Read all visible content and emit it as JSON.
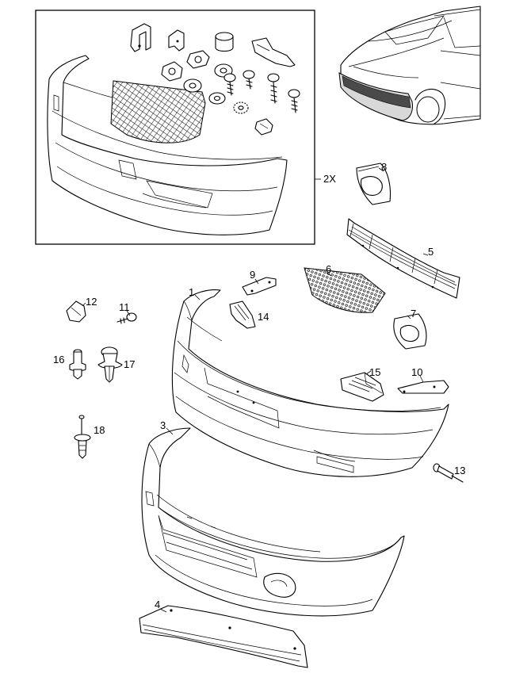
{
  "labels": {
    "l1": "1",
    "l2x": "2X",
    "l3": "3",
    "l4": "4",
    "l5": "5",
    "l6": "6",
    "l7": "7",
    "l8": "8",
    "l9": "9",
    "l10": "10",
    "l11": "11",
    "l12": "12",
    "l13": "13",
    "l14": "14",
    "l15": "15",
    "l16": "16",
    "l17": "17",
    "l18": "18"
  }
}
